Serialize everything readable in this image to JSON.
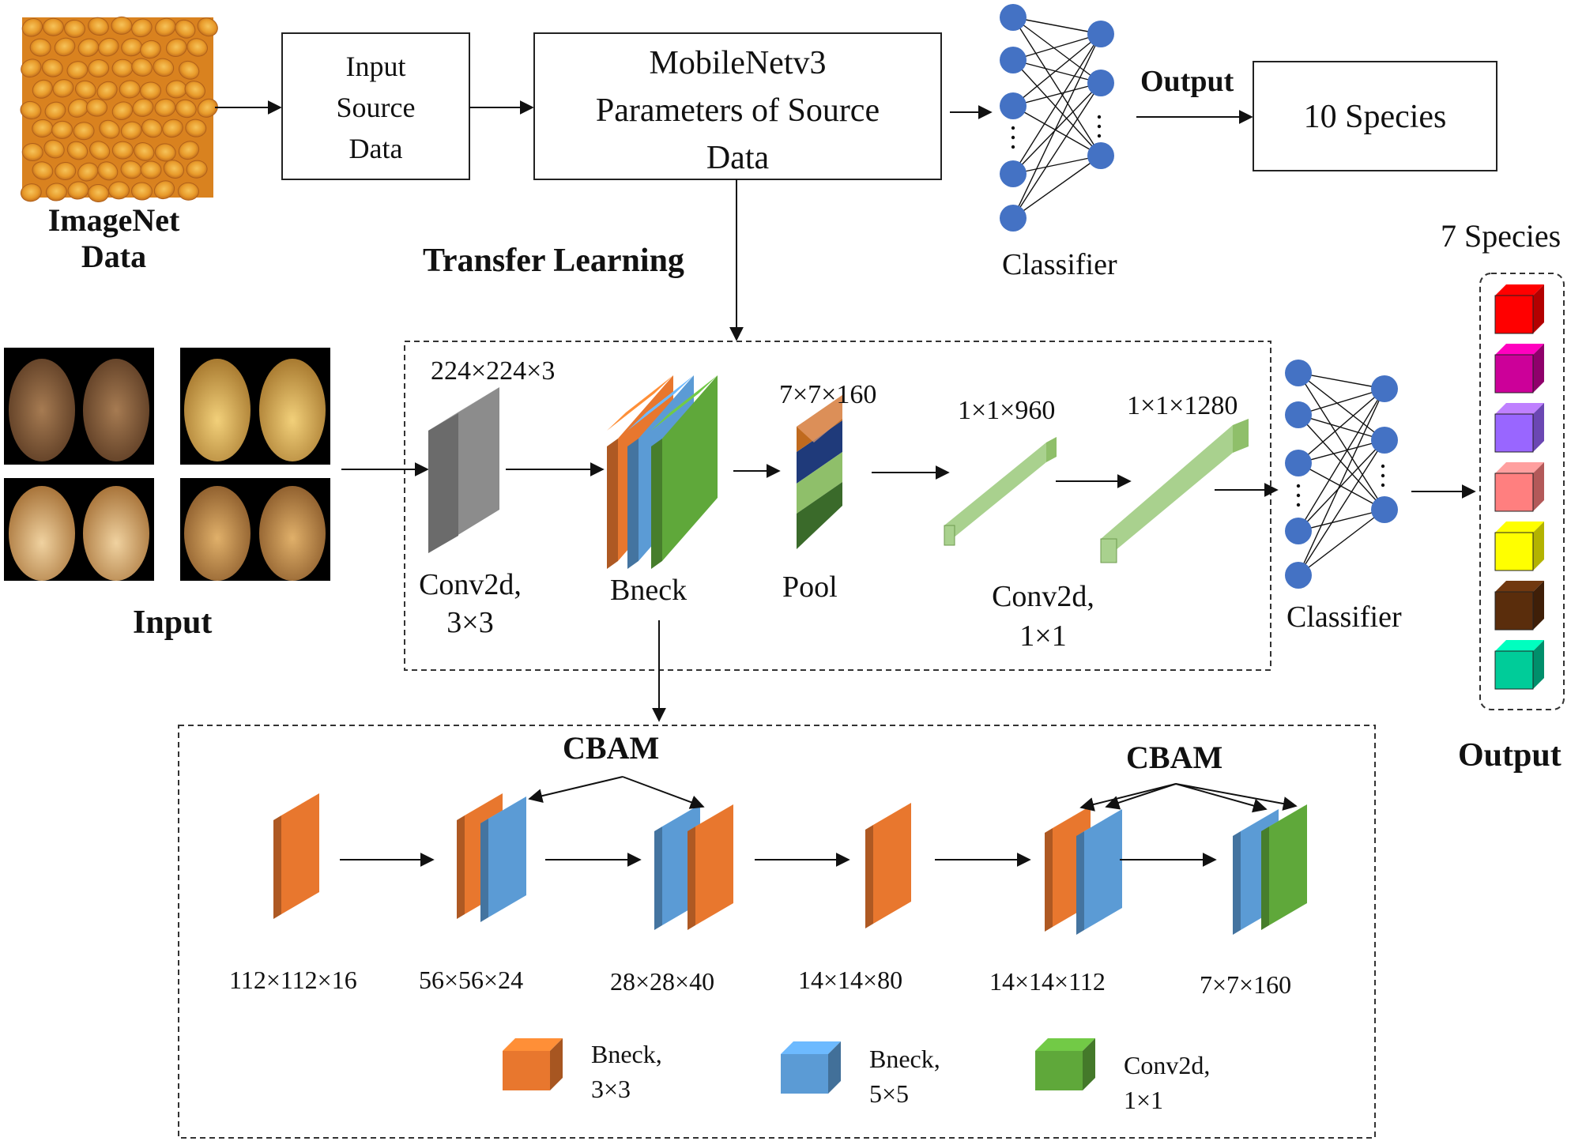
{
  "top": {
    "imagenet_label_1": "ImageNet",
    "imagenet_label_2": "Data",
    "input_source_box": [
      "Input",
      "Source",
      "Data"
    ],
    "mobilenet_box": [
      "MobileNetv3",
      "Parameters of Source",
      "Data"
    ],
    "classifier_label": "Classifier",
    "output_label": "Output",
    "species10_label": "10 Species",
    "transfer_label": "Transfer Learning"
  },
  "middle": {
    "input_label": "Input",
    "conv_dims": "224×224×3",
    "conv_label": [
      "Conv2d,",
      "3×3"
    ],
    "bneck_label": "Bneck",
    "pool_dims": "7×7×160",
    "pool_label": "Pool",
    "feat1_dims": "1×1×960",
    "feat2_dims": "1×1×1280",
    "conv1x1_label": [
      "Conv2d,",
      "1×1"
    ],
    "classifier_label": "Classifier",
    "species7_label": "7 Species",
    "output_label": "Output"
  },
  "bottom": {
    "cbam_left": "CBAM",
    "cbam_right": "CBAM",
    "dims": [
      "112×112×16",
      "56×56×24",
      "28×28×40",
      "14×14×80",
      "14×14×112",
      "7×7×160"
    ],
    "legend": [
      {
        "label": [
          "Bneck,",
          "3×3"
        ],
        "color": "#e8772e"
      },
      {
        "label": [
          "Bneck,",
          "5×5"
        ],
        "color": "#5b9bd5"
      },
      {
        "label": [
          "Conv2d,",
          "1×1"
        ],
        "color": "#5fa83a"
      }
    ]
  },
  "colors": {
    "orange": "#e8772e",
    "blue": "#5b9bd5",
    "green": "#5fa83a",
    "gray": "#7a7a7a",
    "node": "#4472c4",
    "light_green": "#a9d18e"
  },
  "species_colors": [
    "#ff0000",
    "#cc0099",
    "#9966ff",
    "#ff7f7f",
    "#ffff00",
    "#5a2d0c",
    "#00cc99"
  ]
}
